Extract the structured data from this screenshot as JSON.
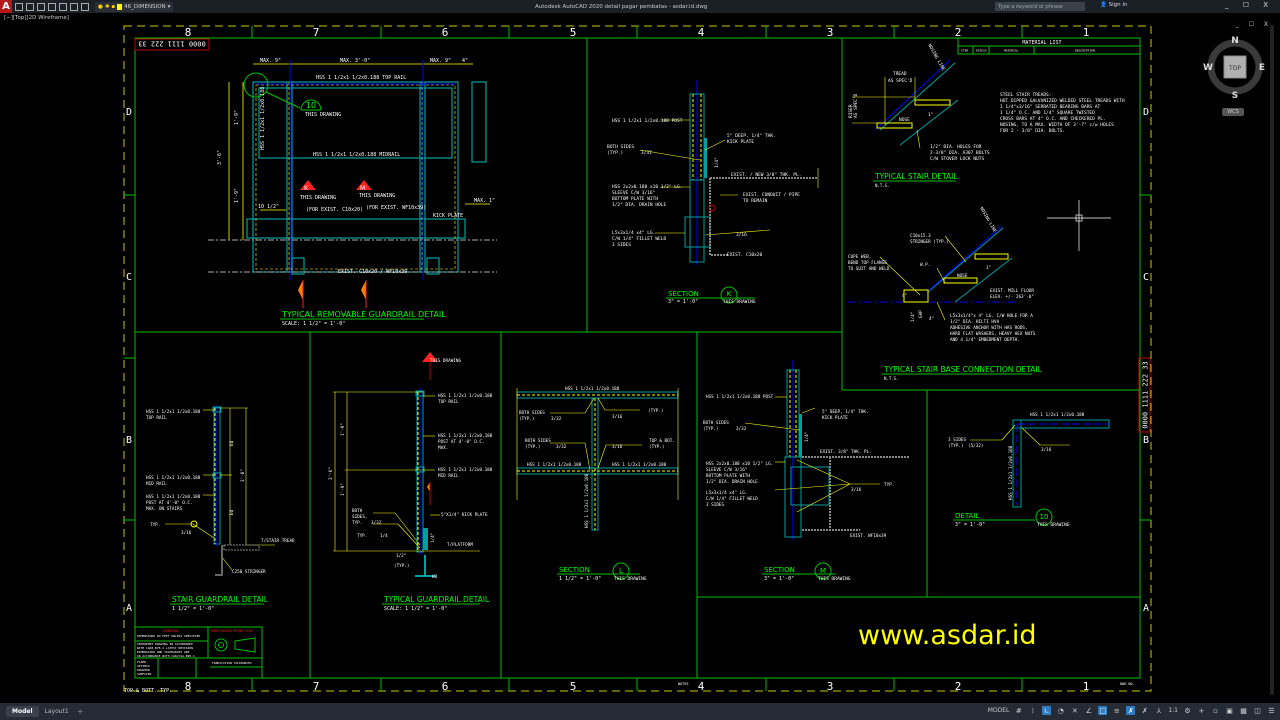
{
  "app": {
    "title": "Autodesk AutoCAD 2020    detail pagar pembatas - asdar.id.dwg",
    "logo": "A",
    "current_layer": "46_DIMENSION",
    "search_placeholder": "Type a keyword or phrase",
    "sign_in": "Sign In",
    "window_controls": "_ ☐ X",
    "viewport_controls": "_ ☐ X",
    "view_label": "[−][Top][2D Wireframe]"
  },
  "viewcube": {
    "north": "N",
    "south": "S",
    "east": "E",
    "west": "W",
    "face": "TOP",
    "ucs": "WCS"
  },
  "sheet": {
    "top_columns": [
      "8",
      "7",
      "6",
      "5",
      "4",
      "3",
      "2",
      "1"
    ],
    "bottom_columns": [
      "8",
      "7",
      "6",
      "5",
      "4",
      "3",
      "2",
      "1"
    ],
    "rows_left": [
      "D",
      "C",
      "B",
      "A"
    ],
    "rows_right": [
      "D",
      "C",
      "B",
      "A"
    ],
    "stamp_top": "0000 1111 222 33",
    "stamp_right": "0000 1111 222 33",
    "bottom_left_note": "TOP & BOTT. TYP.",
    "bottom_mid_note": "NOTES",
    "bottom_right_note": "DWG NO."
  },
  "details": {
    "removable": {
      "title": "TYPICAL REMOVABLE GUARDRAIL DETAIL",
      "scale": "SCALE: 1 1/2\" = 1'-0\"",
      "labels": [
        "MAX. 9\"",
        "MAX. 3'-0\"",
        "MAX. 9\"",
        "4\"",
        "HSS 1 1/2x1 1/2x0.188 TOP RAIL",
        "HSS 1 1/2x1 1/2x0.188",
        "HSS 1 1/2x1 1/2x0.188 MIDRAIL",
        "THIS DRAWING",
        "THIS DRAWING",
        "THIS DRAWING",
        "(FOR EXIST. C10x20)",
        "(FOR EXIST. WF10x39)",
        "10 1/2\"",
        "KICK PLATE",
        "MAX. 1\"",
        "EXIST. C10x20 / WF10x39",
        "3'-6\"",
        "1'-9\"",
        "1'-9\""
      ],
      "callouts": [
        "10",
        "K",
        "M"
      ]
    },
    "section_k": {
      "title": "SECTION",
      "scale": "3\" = 1'-0\"",
      "ref": "K",
      "ref_note": "THIS DRAWING",
      "labels": [
        "HSS 1 1/2x1 1/2x0.188 POST",
        "5\" DEEP, 1/4\" THK.",
        "KICK PLATE",
        "BOTH SIDES",
        "(TYP.)",
        "3/32",
        "1/4\"",
        "EXIST. / NEW 3/8\" THK. PL.",
        "HSS 2x2x0.188 x10 1/2\" LG.",
        "SLEEVE C/W 3/16\"",
        "BOTTOM PLATE WITH",
        "1/2\" DIA. DRAIN HOLE",
        "EXIST. CONDUIT / PIPE",
        "TO REMAIN",
        "L5x3x1/4 x4\" LG.",
        "C/W 1/4\" FILLET WELD",
        "3 SIDES",
        "3/16",
        "EXIST. C10x20"
      ]
    },
    "stair_detail": {
      "title": "TYPICAL STAIR DETAIL",
      "scale": "N.T.S.",
      "labels": [
        "TREAD",
        "AS SPEC'D",
        "RISER",
        "AS SPEC'D",
        "NOSING LINE",
        "1\"",
        "NOSE",
        "1/2\" DIA. HOLES FOR",
        "2-3/8\" DIA.  A307 BOLTS",
        "C/W STOVER LOCK NUTS"
      ],
      "notes_heading": "STEEL STAIR TREADS:",
      "notes": [
        "HOT DIPPED GALVANIZED WELDED STEEL TREADS WITH",
        "1 1/4\"x3/16\" SERRATED BEARING BARS AT",
        "1 1/4\" O.C. AND 1/4\" SQUARE TWISTED",
        "CROSS BARS AT 4\" O.C. AND CHECKERED PL.",
        "NOSING, TO A MAX. WIDTH OF 3'-7\" c/w HOLES",
        "FOR 2 - 3/8\" DIA. BOLTS."
      ]
    },
    "material_list": {
      "title": "MATERIAL LIST",
      "columns": [
        "ITEM",
        "PIECES",
        "MATERIAL",
        "DESCRIPTION"
      ]
    },
    "stair_base": {
      "title": "TYPICAL STAIR BASE CONNECTION DETAIL",
      "scale": "N.T.S.",
      "labels": [
        "NOSING LINE",
        "C10x15.3",
        "STRINGER (TYP.)",
        "COPE WEB,",
        "BEND TOP FLANGE",
        "TO SUIT AND WELD",
        "W.P.",
        "NOSE",
        "1\"",
        "4\"",
        "EXIST. MILL FLOOR",
        "ELEV. +/- 263'-0\"",
        "1/4\"",
        "GAP",
        "4\"",
        "L5x3x1/4\"x 4\" LG. C/W HOLE FOR A",
        "1/2\" DIA. HILTI HVA",
        "ADHESIVE ANCHOR WITH HAS RODS,",
        "HARD FLAT WASHERS, HEAVY HEX NUTS",
        "AND 4 1/4\" EMBEDMENT DEPTH."
      ]
    },
    "stair_guardrail": {
      "title": "STAIR GUARDRAIL DETAIL",
      "scale": "1 1/2\" = 1'-0\"",
      "labels": [
        "HSS 1 1/2x1 1/2x0.188",
        "TOP RAIL",
        "HSS 1 1/2x1 1/2x0.188",
        "MID RAIL",
        "HSS 1 1/2x1 1/2x0.188",
        "POST AT 4'-0\" O.C.",
        "MAX. ON STAIRS",
        "TYP.",
        "3/16",
        "EQ",
        "EQ",
        "3'-0\"",
        "T/STAIR TREAD",
        "C250 STRINGER"
      ]
    },
    "typical_guardrail": {
      "title": "TYPICAL GUARDRAIL DETAIL",
      "scale": "SCALE: 1 1/2\" = 1'-0\"",
      "labels": [
        "THIS DRAWING",
        "HSS 1 1/2x1 1/2x0.188",
        "TOP RAIL",
        "HSS 1 1/2x1 1/2x0.188",
        "POST AT 4'-0\" O.C.",
        "MAX.",
        "HSS 1 1/2x1 1/2x0.188",
        "MID RAIL",
        "1'-9\"",
        "1'-9\"",
        "3'-6\"",
        "BOTH",
        "SIDES,",
        "TYP.",
        "3/32",
        "TYP.",
        "1/4",
        "5\"X1/4\" KICK PLATE",
        "1/4\"",
        "T/PLATFORM",
        "1/2\"",
        "(TYP.)",
        "W8"
      ]
    },
    "section_l": {
      "title": "SECTION",
      "scale": "1 1/2\" = 1'-0\"",
      "ref": "L",
      "ref_note": "THIS DRAWING",
      "labels": [
        "HSS 1 1/2x1 1/2x0.188",
        "BOTH SIDES",
        "(TYP.)",
        "3/32",
        "3/16",
        "(TYP.)",
        "BOTH SIDES",
        "(TYP.)",
        "3/32",
        "3/16",
        "TOP & BOT.",
        "(TYP.)",
        "HSS 1 1/2x1 1/2x0.188",
        "HSS 1 1/2x1 1/2x0.188",
        "HSS 1 1/2x1 1/2x0.188"
      ]
    },
    "section_m": {
      "title": "SECTION",
      "scale": "3\" = 1'-0\"",
      "ref": "M",
      "ref_note": "THIS DRAWING",
      "labels": [
        "HSS 1 1/2x1 1/2x0.188 POST",
        "5\" DEEP, 1/4\" THK.",
        "KICK PLATE",
        "BOTH SIDES",
        "(TYP.)",
        "3/32",
        "1/4\"",
        "EXIST. 3/8\" THK. PL.",
        "HSS 2x2x0.188 x10 1/2\" LG.",
        "SLEEVE C/W 3/16\"",
        "BOTTOM PLATE WITH",
        "1/2\" DIA. DRAIN HOLE",
        "L5x3x1/4 x4\" LG.",
        "C/W 1/4\" FILLET WELD",
        "3 SIDES",
        "3/16",
        "TYP.",
        "EXIST. WF10x39"
      ]
    },
    "detail_10": {
      "title": "DETAIL",
      "scale": "3\" = 1'-0\"",
      "ref": "10",
      "ref_note": "THIS DRAWING",
      "labels": [
        "HSS 1 1/2x1 1/2x0.188",
        "3 SIDES",
        "(TYP.)",
        "(5/32)",
        "3/16",
        "HSS 1 1/2x1 1/2x0.188"
      ]
    }
  },
  "title_block": {
    "general": "GENERAL",
    "general_note": "DIMENSIONS IN FEET UNLESS SPECIFIED",
    "notes": [
      "INTERPRET DRAWING IN ACCORDANCE",
      "WITH CAN3-B78.1  LATEST REVISION",
      "DIMENSIONS AND TOLERANCES ARE",
      "IN ACCORDANCE WITH CAN/CSA-B95.1"
    ],
    "projection": "THIRD ANGLE PROJECTION",
    "finish_rows": [
      "FLAME",
      "OPTIMAX",
      "ROUGHER",
      "SURFACED"
    ],
    "tolerance_heading": "FABRICATION TOLERANCES"
  },
  "watermark": "www.asdar.id",
  "statusbar": {
    "tabs": [
      "Model",
      "Layout1"
    ],
    "add_tab": "+",
    "model_label": "MODEL",
    "scale": "1:1"
  },
  "colors": {
    "background": "#000000",
    "border_green": "#00c000",
    "sheet_yellow": "#c8c800",
    "dim_yellow": "#ffff00",
    "steel_cyan": "#00a0a0",
    "centerline_blue": "#0000ff",
    "title_green": "#00ff00",
    "section_red": "#ff2020",
    "stamp_red": "#c00000"
  }
}
